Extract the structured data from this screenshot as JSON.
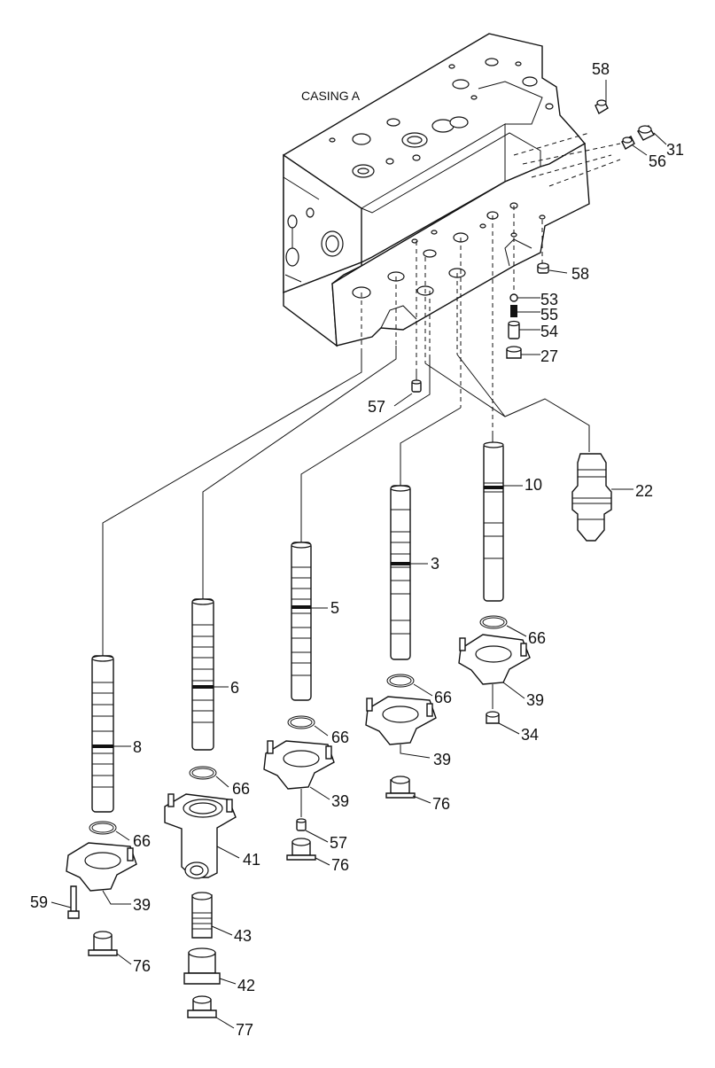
{
  "title": "CASING A",
  "callouts": {
    "c58a": "58",
    "c31": "31",
    "c56": "56",
    "c58b": "58",
    "c53": "53",
    "c55": "55",
    "c54": "54",
    "c27": "27",
    "c57a": "57",
    "c10": "10",
    "c22": "22",
    "c3": "3",
    "c5": "5",
    "c66a": "66",
    "c39a": "39",
    "c34": "34",
    "c66b": "66",
    "c39b": "39",
    "c76a": "76",
    "c6": "6",
    "c66c": "66",
    "c39c": "39",
    "c57b": "57",
    "c76b": "76",
    "c8": "8",
    "c66d": "66",
    "c41": "41",
    "c66e": "66",
    "c59": "59",
    "c39d": "39",
    "c43": "43",
    "c76c": "76",
    "c42": "42",
    "c77": "77"
  }
}
